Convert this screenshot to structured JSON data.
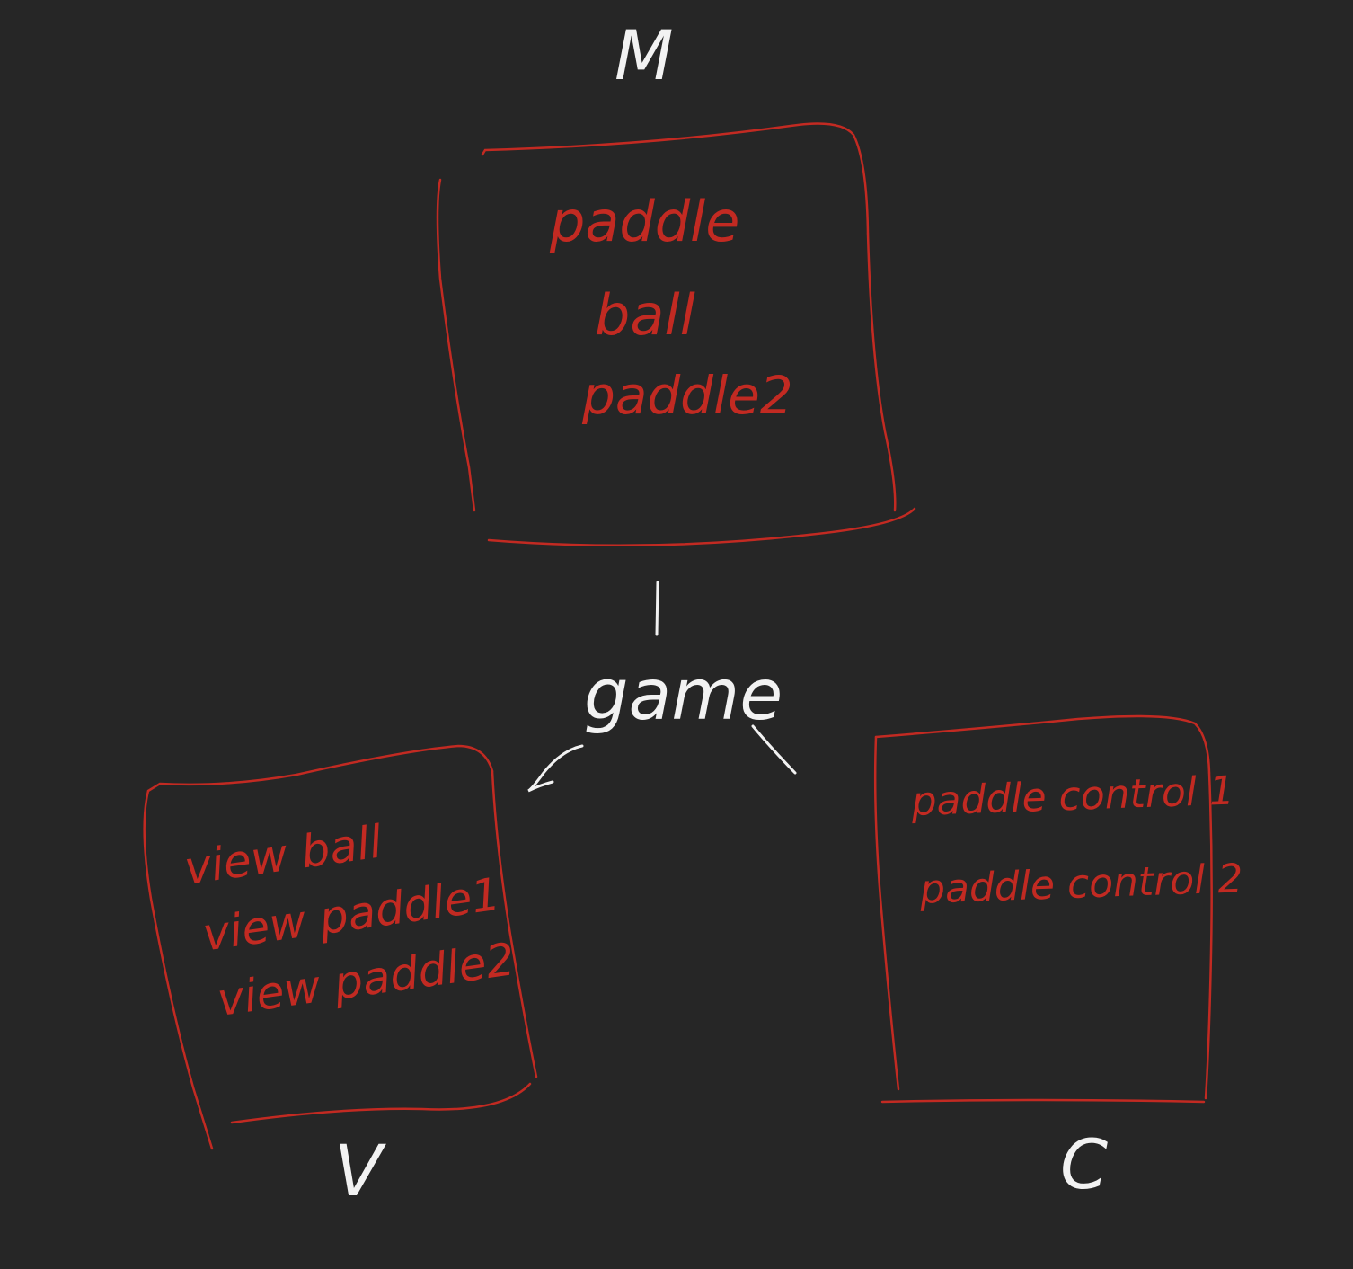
{
  "colors": {
    "background": "#262626",
    "label_ink": "#f2f2f2",
    "box_ink": "#c22a22"
  },
  "labels": {
    "model": "M",
    "view": "V",
    "controller": "C",
    "hub": "game"
  },
  "model_box": {
    "items": [
      "paddle",
      "ball",
      "paddle2"
    ]
  },
  "view_box": {
    "items": [
      "view ball",
      "view paddle1",
      "view paddle2"
    ]
  },
  "controller_box": {
    "items": [
      "paddle control 1",
      "paddle control 2"
    ]
  }
}
